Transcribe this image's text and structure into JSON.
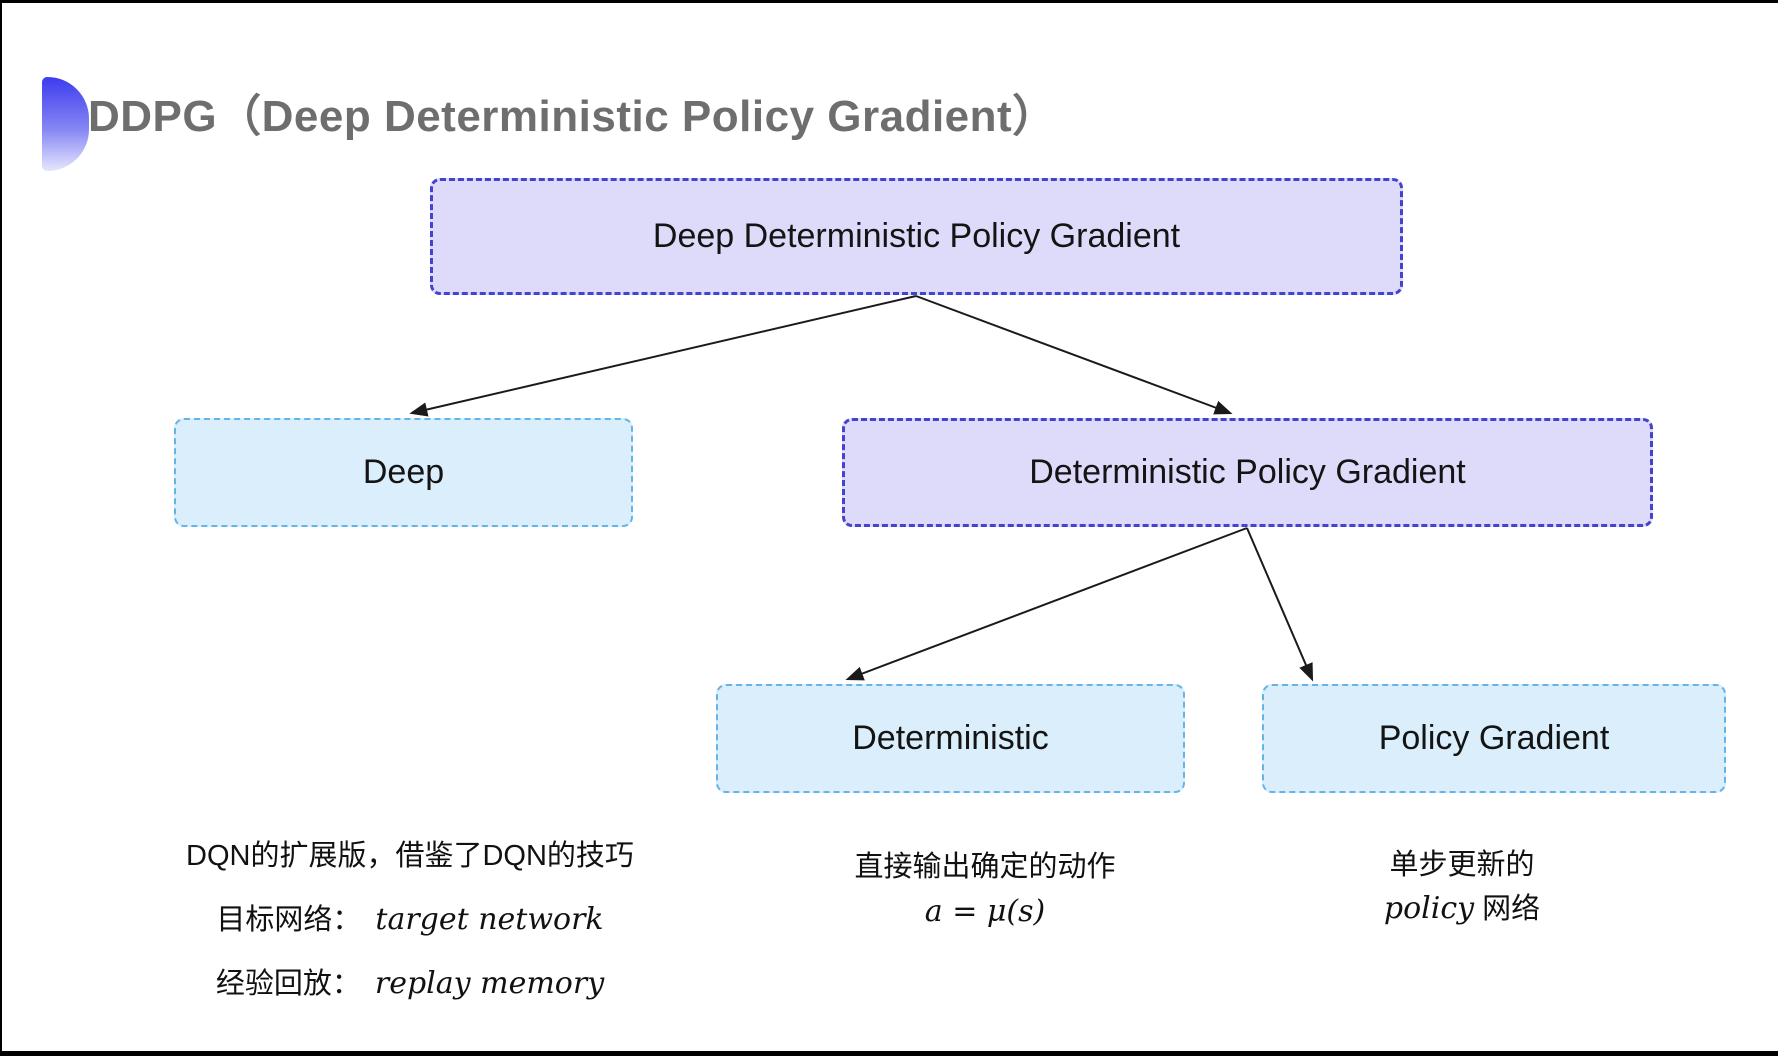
{
  "slide": {
    "title": "DDPG（Deep Deterministic Policy Gradient）"
  },
  "nodes": {
    "root": {
      "label": "Deep Deterministic Policy Gradient"
    },
    "deep": {
      "label": "Deep"
    },
    "dpg": {
      "label": "Deterministic Policy Gradient"
    },
    "deterministic": {
      "label": "Deterministic"
    },
    "policy_gradient": {
      "label": "Policy Gradient"
    }
  },
  "annotations": {
    "deep_notes": {
      "line1": "DQN的扩展版，借鉴了DQN的技巧",
      "line2_label": "目标网络：",
      "line2_term": "target network",
      "line3_label": "经验回放：",
      "line3_term": "replay memory"
    },
    "deterministic_notes": {
      "line1": "直接输出确定的动作",
      "formula": "a = μ(s)"
    },
    "policy_gradient_notes": {
      "line1": "单步更新的",
      "term": "policy",
      "rest": " 网络"
    }
  },
  "colors": {
    "purple_fill": "#dedafa",
    "purple_border": "#4343cf",
    "cyan_fill": "#daeefb",
    "cyan_border": "#64b5e6",
    "title_gray": "#6e6e6e",
    "arrow": "#1a1a1a",
    "bullet_top": "#3c3cef",
    "bullet_mid": "#8585f4",
    "bullet_bottom": "#e6e6fd"
  }
}
